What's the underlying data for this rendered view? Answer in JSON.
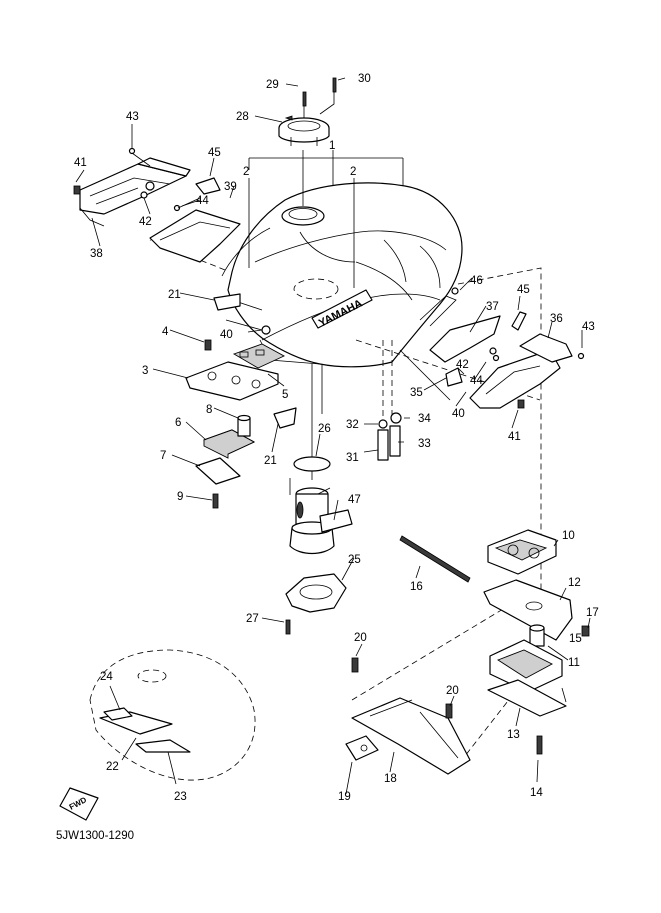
{
  "diagram": {
    "code": "5JW1300-1290",
    "brand_marking": "YAMAHA",
    "fwd_marking": "FWD"
  },
  "callouts": [
    "1",
    "2",
    "3",
    "4",
    "5",
    "6",
    "7",
    "8",
    "9",
    "10",
    "11",
    "12",
    "13",
    "14",
    "15",
    "16",
    "17",
    "18",
    "19",
    "20",
    "21",
    "22",
    "23",
    "24",
    "25",
    "26",
    "27",
    "28",
    "29",
    "30",
    "31",
    "32",
    "33",
    "34",
    "35",
    "36",
    "37",
    "38",
    "39",
    "40",
    "41",
    "42",
    "43",
    "44",
    "45",
    "46",
    "47"
  ]
}
